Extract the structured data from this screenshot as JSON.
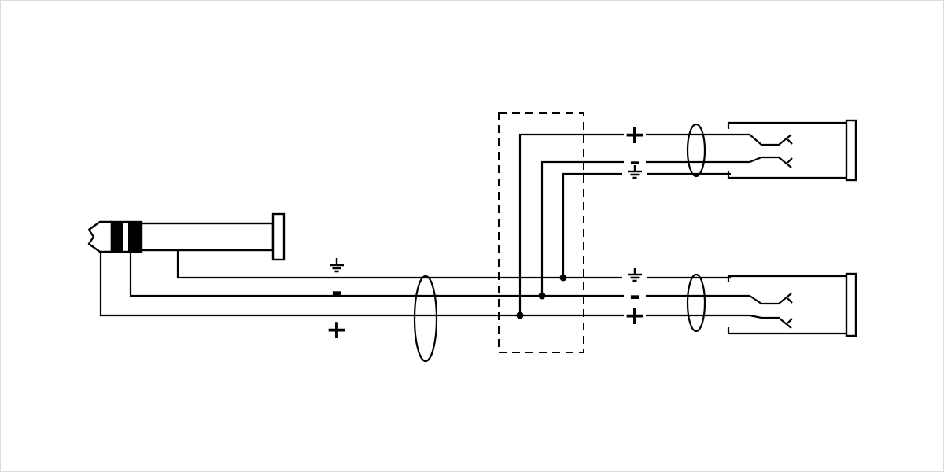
{
  "colors": {
    "line": "#000000",
    "background": "#ffffff"
  },
  "left_cable": {
    "connector": "6.35mm-stereo-trs-jack-plug",
    "labels": {
      "ground": "earth-ground-symbol",
      "minus": "-",
      "plus": "+"
    }
  },
  "junction_box": {
    "style": "dashed-outline",
    "solder_joints": 3
  },
  "shield_loops": 3,
  "top_jack": {
    "connector": "stereo-jack-socket",
    "labels": {
      "plus": "+",
      "minus": "-",
      "ground": "earth-ground-symbol"
    }
  },
  "bottom_jack": {
    "connector": "stereo-jack-socket",
    "labels": {
      "ground": "earth-ground-symbol",
      "minus": "-",
      "plus": "+"
    }
  }
}
